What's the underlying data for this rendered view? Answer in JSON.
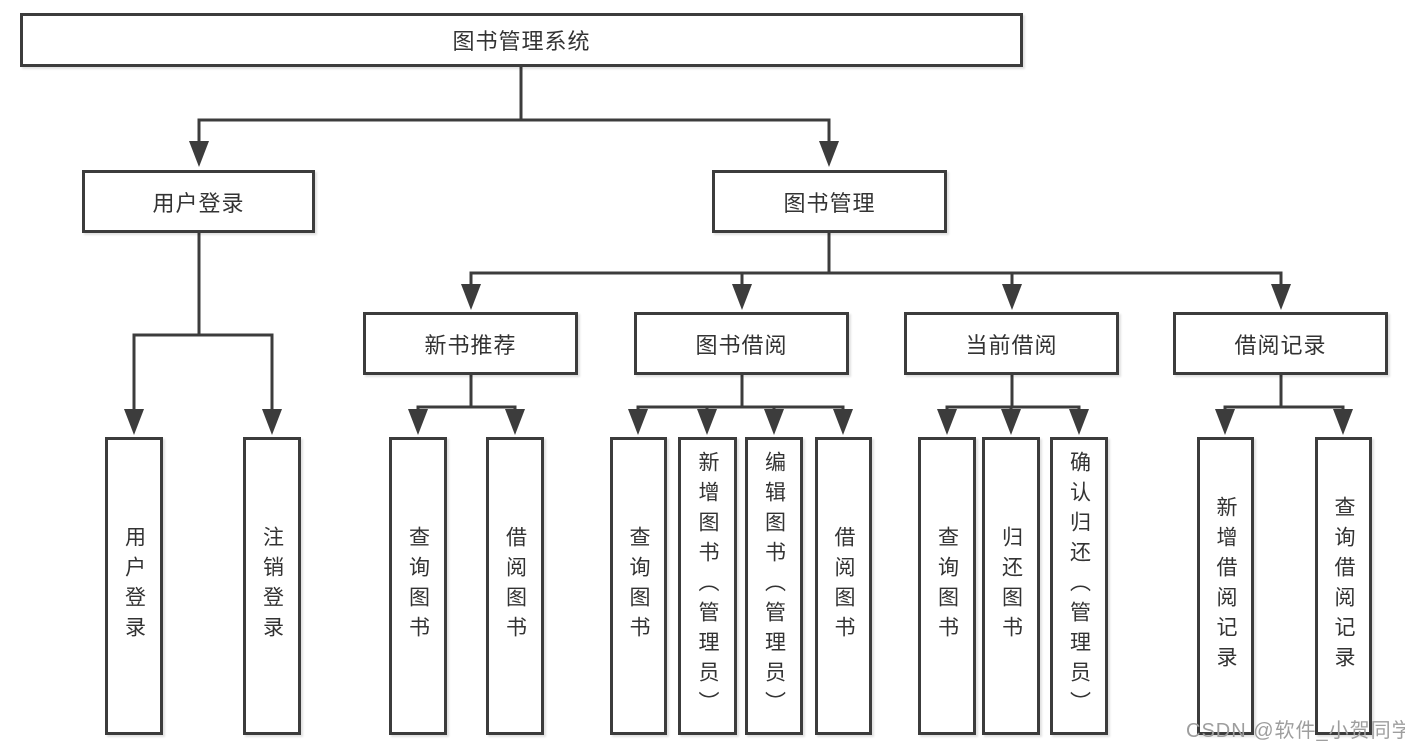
{
  "diagram": {
    "type": "hierarchy-tree",
    "line_color": "#3c3c3c",
    "root": {
      "label": "图书管理系统"
    },
    "branches": [
      {
        "label": "用户登录",
        "children": [
          {
            "label": "用户登录"
          },
          {
            "label": "注销登录"
          }
        ]
      },
      {
        "label": "图书管理",
        "children": [
          {
            "label": "新书推荐",
            "children": [
              {
                "label": "查询图书"
              },
              {
                "label": "借阅图书"
              }
            ]
          },
          {
            "label": "图书借阅",
            "children": [
              {
                "label": "查询图书"
              },
              {
                "label": "新增图书（管理员）"
              },
              {
                "label": "编辑图书（管理员）"
              },
              {
                "label": "借阅图书"
              }
            ]
          },
          {
            "label": "当前借阅",
            "children": [
              {
                "label": "查询图书"
              },
              {
                "label": "归还图书"
              },
              {
                "label": "确认归还（管理员）"
              }
            ]
          },
          {
            "label": "借阅记录",
            "children": [
              {
                "label": "新增借阅记录"
              },
              {
                "label": "查询借阅记录"
              }
            ]
          }
        ]
      }
    ]
  },
  "watermark": {
    "text": "CSDN @软件_小贺同学",
    "color": "#9e9e9e"
  }
}
